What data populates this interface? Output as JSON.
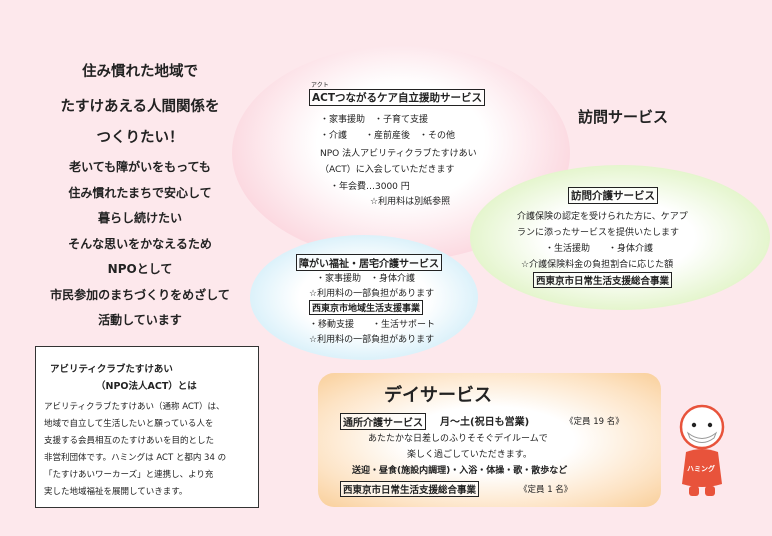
{
  "slogan": {
    "line1": "住み慣れた地域で",
    "line2": "たすけあえる人間関係を",
    "line3": "つくりたい！",
    "line4": "老いても障がいをもっても",
    "line5": "住み慣れたまちで安心して",
    "line6": "暮らし続けたい",
    "line7": "そんな思いをかなえるため",
    "line8": "NPOとして",
    "line9": "市民参加のまちづくりをめざして",
    "line10": "活動しています"
  },
  "visit_title": "訪問サービス",
  "act": {
    "ruby": "アクト",
    "title": "ACTつながるケア自立援助サービス",
    "line1": "・家事援助　・子育て支援",
    "line2": "・介護　　・産前産後　・その他",
    "line3": "NPO 法人アビリティクラブたすけあい",
    "line4": "（ACT）に入会していただきます",
    "line5": "・年会費…3000 円",
    "line6": "☆利用料は別紙参照"
  },
  "homecare": {
    "title": "訪問介護サービス",
    "line1": "介護保険の認定を受けられた方に、ケアプ",
    "line2": "ランに添ったサービスを提供いたします",
    "line3": "・生活援助　　・身体介護",
    "line4": "☆介護保険料金の負担割合に応じた額",
    "tag": "西東京市日常生活支援総合事業"
  },
  "disability": {
    "title": "障がい福祉・居宅介護サービス",
    "line1": "・家事援助　・身体介護",
    "line2": "☆利用料の一部負担があります",
    "tag": "西東京市地域生活支援事業",
    "line3": "・移動支援　　・生活サポート",
    "line4": "☆利用料の一部負担があります"
  },
  "day": {
    "title": "デイサービス",
    "service_label": "通所介護サービス",
    "schedule": "月～土(祝日も営業)",
    "capacity1": "《定員 19 名》",
    "line1": "あたたかな日差しのふりそそぐデイルームで",
    "line2": "楽しく過ごしていただきます。",
    "line3": "送迎・昼食(施設内調理)・入浴・体操・歌・散歩など",
    "tag": "西東京市日常生活支援総合事業",
    "capacity2": "《定員 1 名》"
  },
  "about": {
    "title1": "アビリティクラブたすけあい",
    "title2": "（NPO法人ACT）とは",
    "line1": "アビリティクラブたすけあい（通称 ACT）は、",
    "line2": "地域で自立して生活したいと願っている人を",
    "line3": "支援する会員相互のたすけあいを目的とした",
    "line4": "非営利団体です。ハミングは ACT と都内 34 の",
    "line5": "「たすけあいワーカーズ」と連携し、より充",
    "line6": "実した地域福祉を展開していきます。"
  },
  "mascot": {
    "label": "ハミング"
  },
  "colors": {
    "background": "#fde8ec",
    "pink": "#f7b9c6",
    "green": "#c9e9a2",
    "blue": "#b5e0f3",
    "orange": "#f9cf9a",
    "mascot": "#e8533b"
  }
}
